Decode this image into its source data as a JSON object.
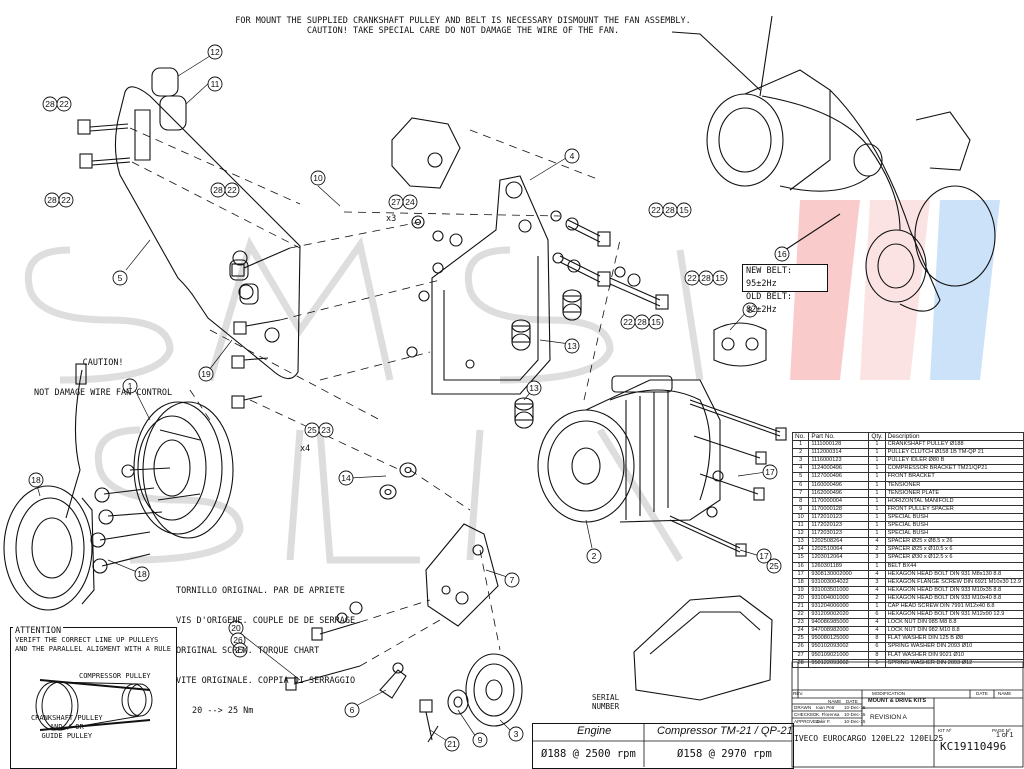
{
  "notes": {
    "top_line1": "FOR MOUNT THE SUPPLIED CRANKSHAFT PULLEY AND BELT IS NECESSARY DISMOUNT THE FAN ASSEMBLY.",
    "top_line2": "CAUTION! TAKE SPECIAL CARE DO NOT DAMAGE THE WIRE OF THE FAN.",
    "caution_title": "CAUTION!",
    "caution_text": "NOT DAMAGE WIRE FAN CONTROL",
    "torque_l1": "TORNILLO ORIGINAL. PAR DE APRIETE",
    "torque_l2": "VIS D'ORIGENE. COUPLE DE DE SERRAGE",
    "torque_l3": "ORIGINAL SCREW. TORQUE CHART",
    "torque_l4": "VITE ORIGINALE. COPPIA DI SERRAGGIO",
    "torque_l5": "20 --> 25 Nm",
    "x3": "x3",
    "x4": "x4",
    "serial_l1": "SERIAL",
    "serial_l2": "NUMBER"
  },
  "attention": {
    "title": "ATTENTION",
    "text": "VERIFT THE CORRECT LINE UP PULLEYS AND THE PARALLEL ALIGMENT WITH A RULE",
    "compressor_pulley": "COMPRESSOR PULLEY",
    "crank_l1": "CRANKSHAFT PULLEY",
    "crank_l2": "AND / OR",
    "crank_l3": "GUIDE PULLEY"
  },
  "belt": {
    "new": "NEW BELT: 95±2Hz",
    "old": "OLD BELT: 82±2Hz"
  },
  "callouts": [
    "1",
    "2",
    "3",
    "4",
    "5",
    "6",
    "7",
    "8",
    "9",
    "10",
    "11",
    "12",
    "13",
    "13",
    "14",
    "15",
    "16",
    "17",
    "17",
    "18",
    "18",
    "19",
    "20",
    "21",
    "22",
    "23",
    "24",
    "25",
    "25",
    "26",
    "27",
    "28"
  ],
  "parts_table": {
    "headers": [
      "No.",
      "Part No.",
      "Qty.",
      "Description"
    ],
    "rows": [
      [
        "1",
        "1111000128",
        "1",
        "CRANKSHAFT PULLEY Ø188"
      ],
      [
        "2",
        "1112000314",
        "1",
        "PULLEY CLUTCH Ø158 1B TM-QP 21"
      ],
      [
        "3",
        "1116000123",
        "1",
        "PULLEY IDLER Ø80 B"
      ],
      [
        "4",
        "1124000496",
        "1",
        "COMPRESSOR BRACKET TM21/QP21"
      ],
      [
        "5",
        "1127000496",
        "1",
        "FRONT BRACKET"
      ],
      [
        "6",
        "1160000496",
        "1",
        "TENSIONER"
      ],
      [
        "7",
        "1162000496",
        "1",
        "TENSIONER PLATE"
      ],
      [
        "8",
        "1170000004",
        "1",
        "HORIZONTAL MANIFOLD"
      ],
      [
        "9",
        "1170000128",
        "1",
        "FRONT PULLEY SPACER"
      ],
      [
        "10",
        "1172010123",
        "1",
        "SPECIAL BUSH"
      ],
      [
        "11",
        "1172020123",
        "1",
        "SPECIAL BUSH"
      ],
      [
        "12",
        "1172030123",
        "1",
        "SPECIAL BUSH"
      ],
      [
        "13",
        "1202508264",
        "4",
        "SPACER Ø25 x Ø8.5 x 26"
      ],
      [
        "14",
        "1202510064",
        "2",
        "SPACER Ø25 x Ø10.5 x 6"
      ],
      [
        "15",
        "1203012064",
        "3",
        "SPACER Ø30 x Ø12.5 x 6"
      ],
      [
        "16",
        "1260301189",
        "1",
        "BELT BX44"
      ],
      [
        "17",
        "9308130002000",
        "4",
        "HEXAGON HEAD BOLT DIN 931 M8x130 8.8"
      ],
      [
        "18",
        "931003004022",
        "3",
        "HEXAGON FLANGE SCREW DIN 6921 M10x30 12.9"
      ],
      [
        "19",
        "931003501000",
        "4",
        "HEXAGON HEAD BOLT DIN 933 M10x35 8.8"
      ],
      [
        "20",
        "931004001000",
        "2",
        "HEXAGON HEAD BOLT DIN 933 M10x40 8.8"
      ],
      [
        "21",
        "931204006000",
        "1",
        "CAP HEAD SCREW DIN 7991 M12x40 8.8"
      ],
      [
        "22",
        "931209002020",
        "6",
        "HEXAGON HEAD BOLT DIN 931 M12x90 12.9"
      ],
      [
        "23",
        "940086985000",
        "4",
        "LOCK NUT DIN 985 M8 8.8"
      ],
      [
        "24",
        "947008982000",
        "4",
        "LOCK NUT DIN 982 M10 8.8"
      ],
      [
        "25",
        "950080125000",
        "8",
        "FLAT WASHER DIN 125 B Ø8"
      ],
      [
        "26",
        "950102093002",
        "6",
        "SPRING WASHER DIN 2093 Ø10"
      ],
      [
        "27",
        "950109021000",
        "8",
        "FLAT WASHER DIN 9021 Ø10"
      ],
      [
        "28",
        "950122093002",
        "6",
        "SPRING WASHER DIN 2093 Ø12"
      ]
    ]
  },
  "spec": {
    "engine_label": "Engine",
    "compressor_label": "Compressor TM-21 / QP-21",
    "engine_value": "Ø188 @ 2500 rpm",
    "compressor_value": "Ø158 @ 2970 rpm"
  },
  "title_block": {
    "rev": "REV.",
    "modification": "MODIFICATION",
    "date": "DATE",
    "name": "NAME",
    "name_header": "NAME",
    "date_header": "DATE",
    "mount_kits": "MOUNT & DRIVE KITS",
    "drawn": "DRAWN",
    "drawn_by": "Ioan Petr",
    "drawn_date": "10-Dec-15",
    "checked": "CHECKED",
    "checked_by": "K. Florensa",
    "checked_date": "10-Dec-15",
    "approved": "APPROVED",
    "approved_by": "Jakir F.",
    "approved_date": "10-Dec-15",
    "revision": "REVISION A",
    "vehicle": "IVECO EUROCARGO 120EL22 120EL25",
    "kit_label": "KIT Nº",
    "kit_no": "KC19110496",
    "page_label": "PAGE Nº",
    "page": "1 of 1"
  },
  "watermark": "SMS STILE",
  "colors": {
    "ink": "#111111",
    "watermark_red": "#f26b6b",
    "watermark_blue": "#7fb6ee"
  }
}
